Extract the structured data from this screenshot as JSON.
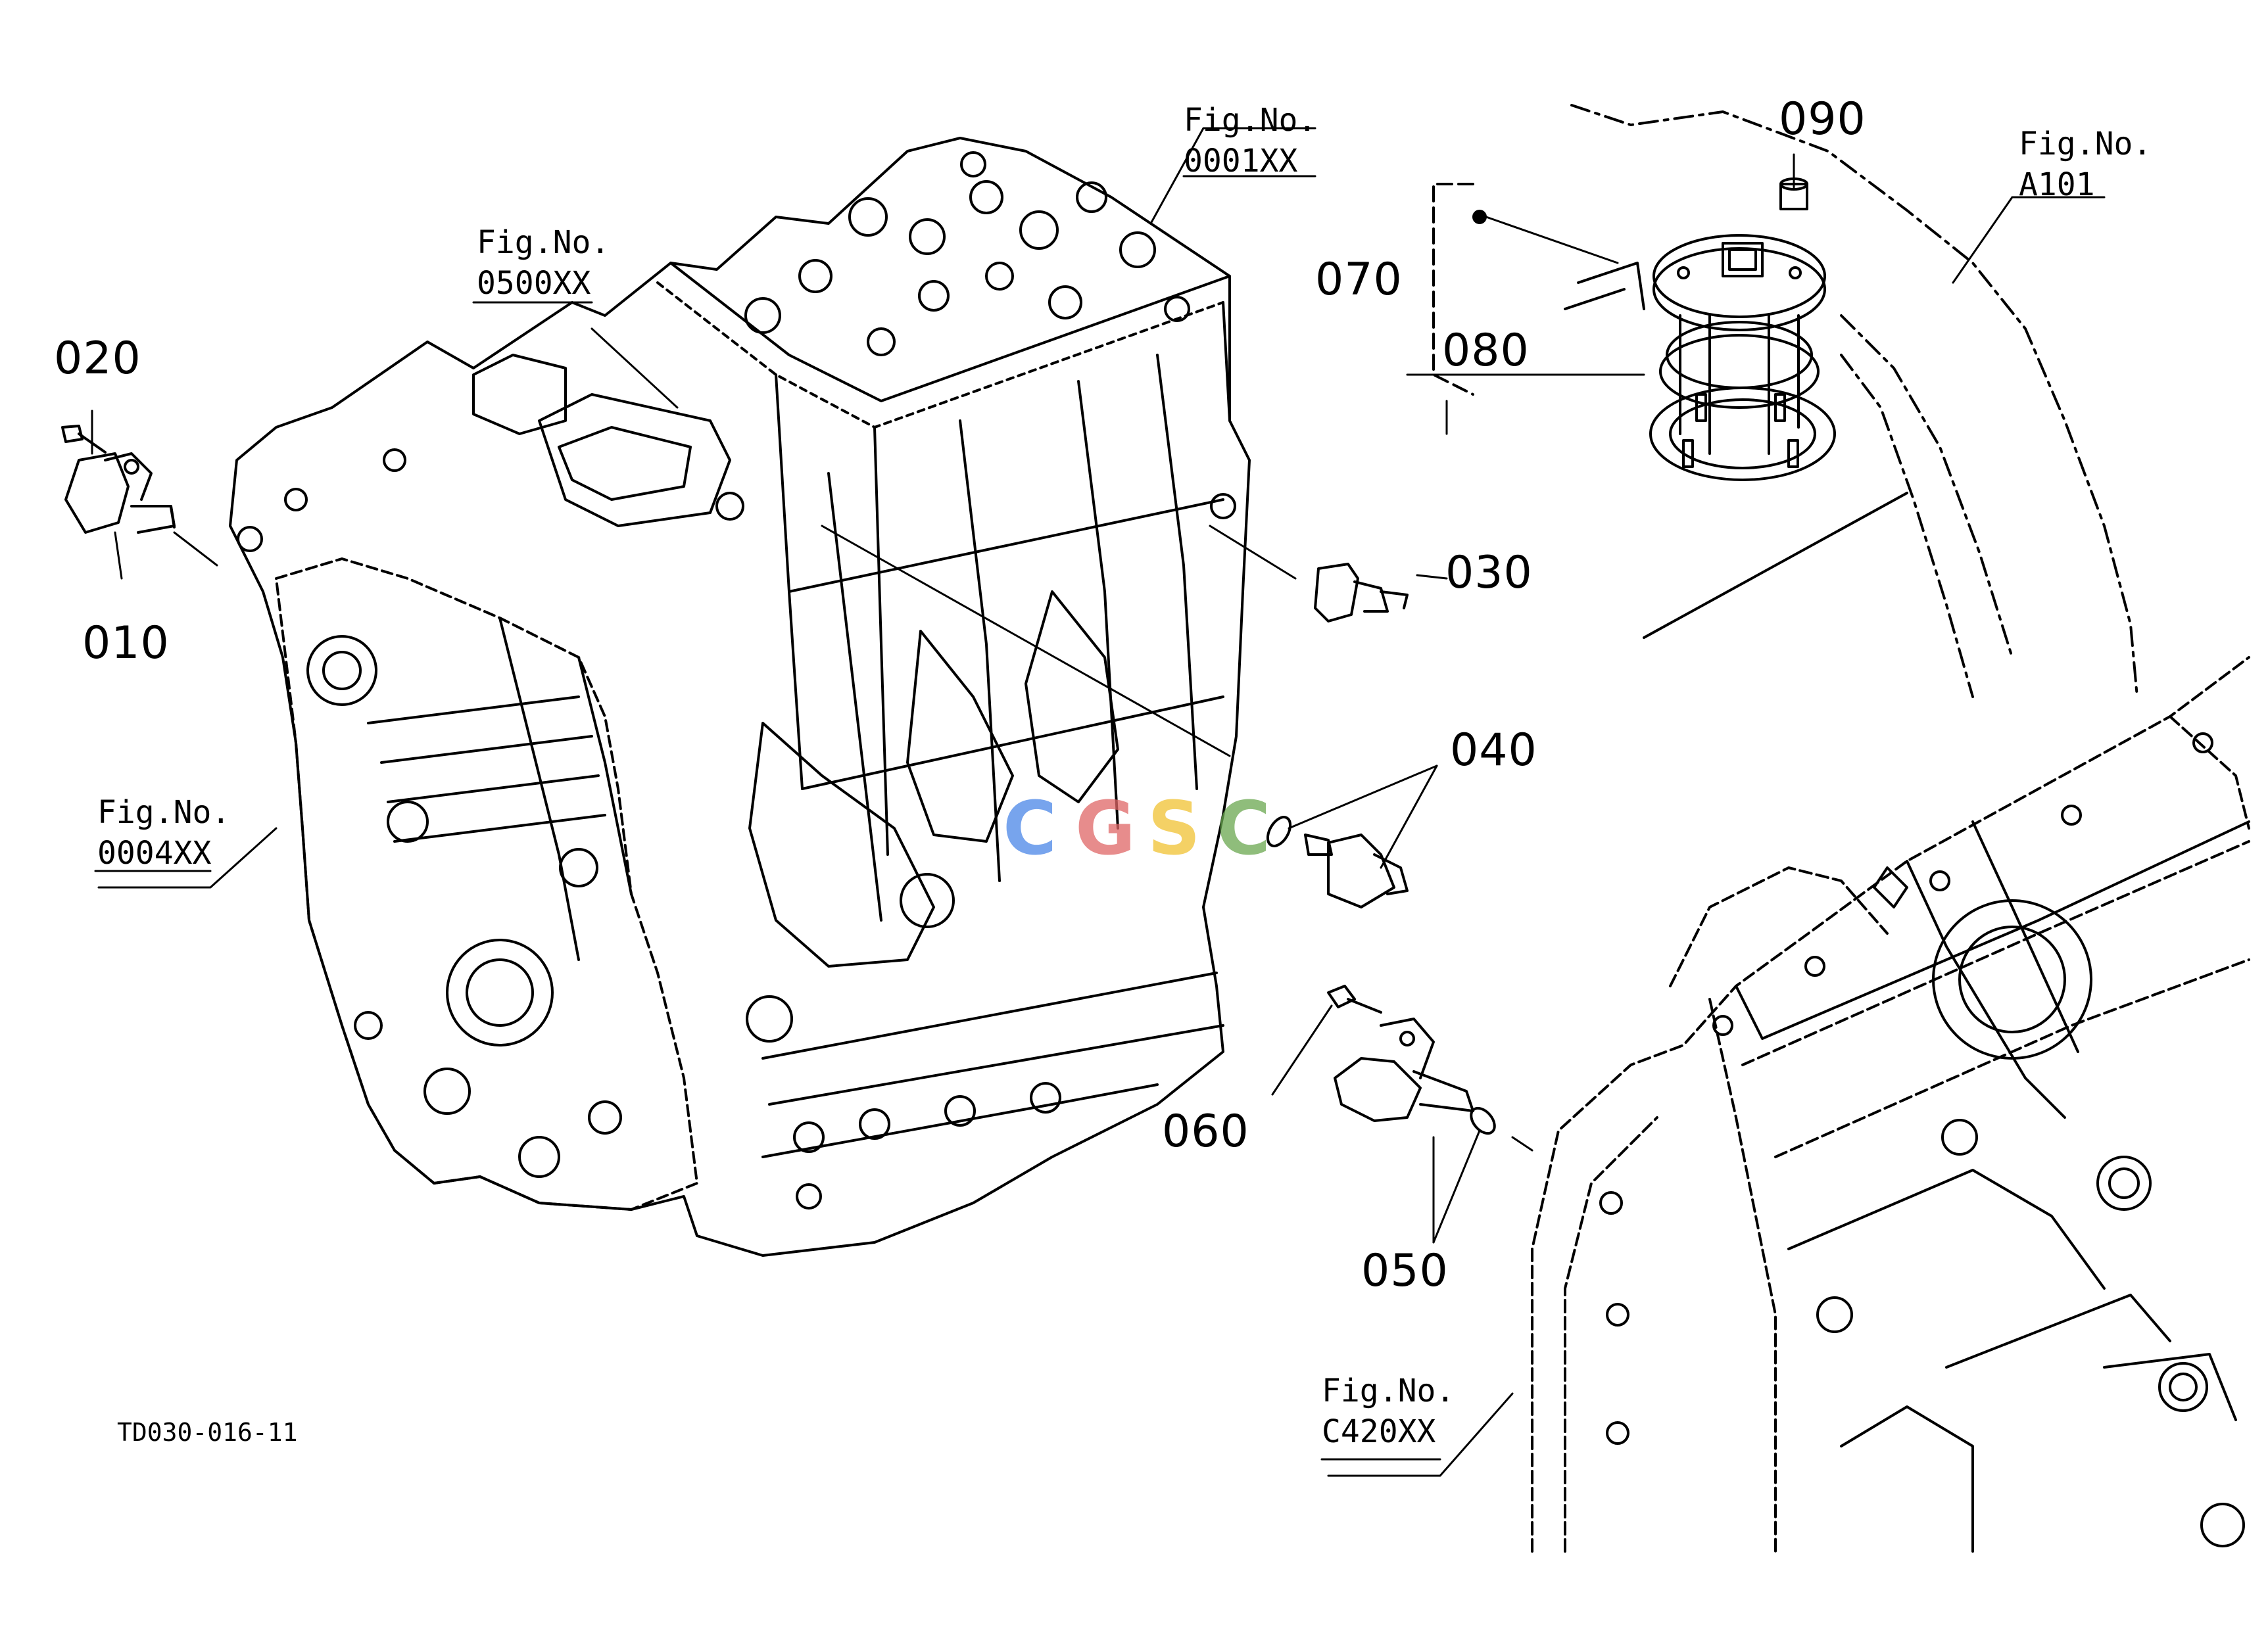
{
  "figure_refs": {
    "block": [
      "Fig.No.",
      "0001XX"
    ],
    "head": [
      "Fig.No.",
      "0500XX"
    ],
    "crankcase": [
      "Fig.No.",
      "0004XX"
    ],
    "tank": [
      "Fig.No.",
      "A101"
    ],
    "transmission": [
      "Fig.No.",
      "C420XX"
    ]
  },
  "parts": {
    "p010": "010",
    "p020": "020",
    "p030": "030",
    "p040": "040",
    "p050": "050",
    "p060": "060",
    "p070": "070",
    "p080": "080",
    "p090": "090"
  },
  "drawing_code": "TD030-016-11",
  "watermark": {
    "letters": [
      "C",
      "G",
      "S",
      "C"
    ],
    "colors": [
      "#4a86e8",
      "#e06666",
      "#f1c232",
      "#6aa84f"
    ]
  }
}
